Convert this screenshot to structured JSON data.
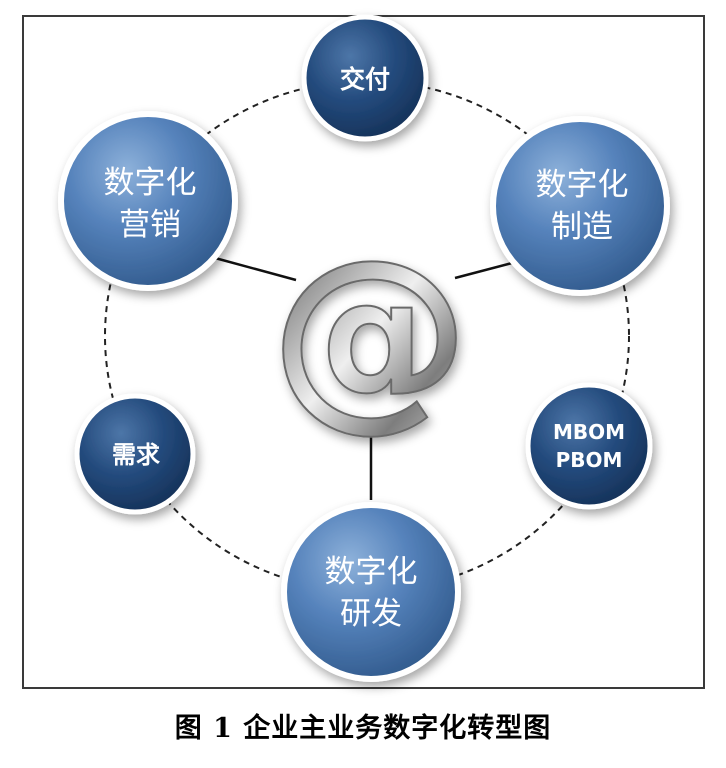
{
  "nodes": {
    "delivery": {
      "text": "交付"
    },
    "marketing": {
      "line1": "数字化",
      "line2": "营销"
    },
    "manufacturing": {
      "line1": "数字化",
      "line2": "制造"
    },
    "demand": {
      "text": "需求"
    },
    "bom": {
      "line1": "MBOM",
      "line2": "PBOM"
    },
    "rnd": {
      "line1": "数字化",
      "line2": "研发"
    }
  },
  "center_symbol": {
    "text": "@",
    "style": "metallic-silver"
  },
  "caption": {
    "text": "图 1   企业主业务数字化转型图"
  },
  "colors": {
    "large_circle": "#4a73ab",
    "small_circle": "#1d4170",
    "ring_border": "#ffffff",
    "connector": "#111111",
    "frame": "#3a3a3a"
  }
}
